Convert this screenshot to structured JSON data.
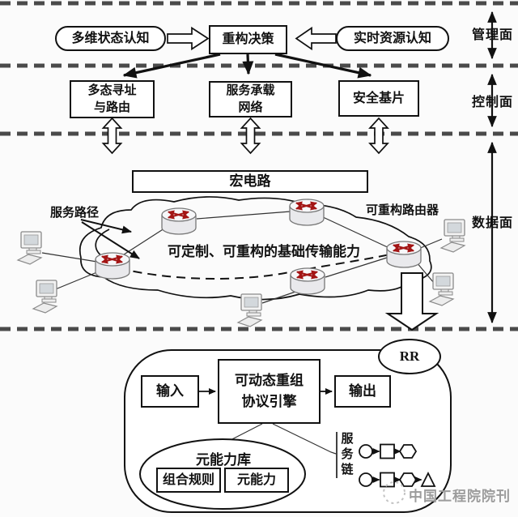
{
  "planes": [
    {
      "label": "管理面"
    },
    {
      "label": "控制面"
    },
    {
      "label": "数据面"
    }
  ],
  "management": {
    "left_oval": "多维状态认知",
    "decision_box": "重构决策",
    "right_oval": "实时资源认知"
  },
  "control": {
    "addressing_box": "多态寻址\n与路由",
    "bearer_box": "服务承载\n网络",
    "security_box": "安全基片"
  },
  "data_plane": {
    "macro_circuit": "宏电路",
    "service_path_label": "服务路径",
    "router_label": "可重构路由器",
    "cloud_caption": "可定制、可重构的基础传输能力"
  },
  "reconfig_node": {
    "rr_label": "RR",
    "input_box": "输入",
    "engine_box": "可动态重组\n协议引擎",
    "output_box": "输出",
    "meta_library_label": "元能力库",
    "rule_box": "组合规则",
    "meta_box": "元能力",
    "service_chain_label": "服务链"
  },
  "watermark": {
    "text": "中国工程院院刊"
  },
  "colors": {
    "line": "#1a1a1a",
    "divider": "#4a4a4a",
    "router_arrow": "#a31515",
    "watermark": "#9c9c9c"
  }
}
